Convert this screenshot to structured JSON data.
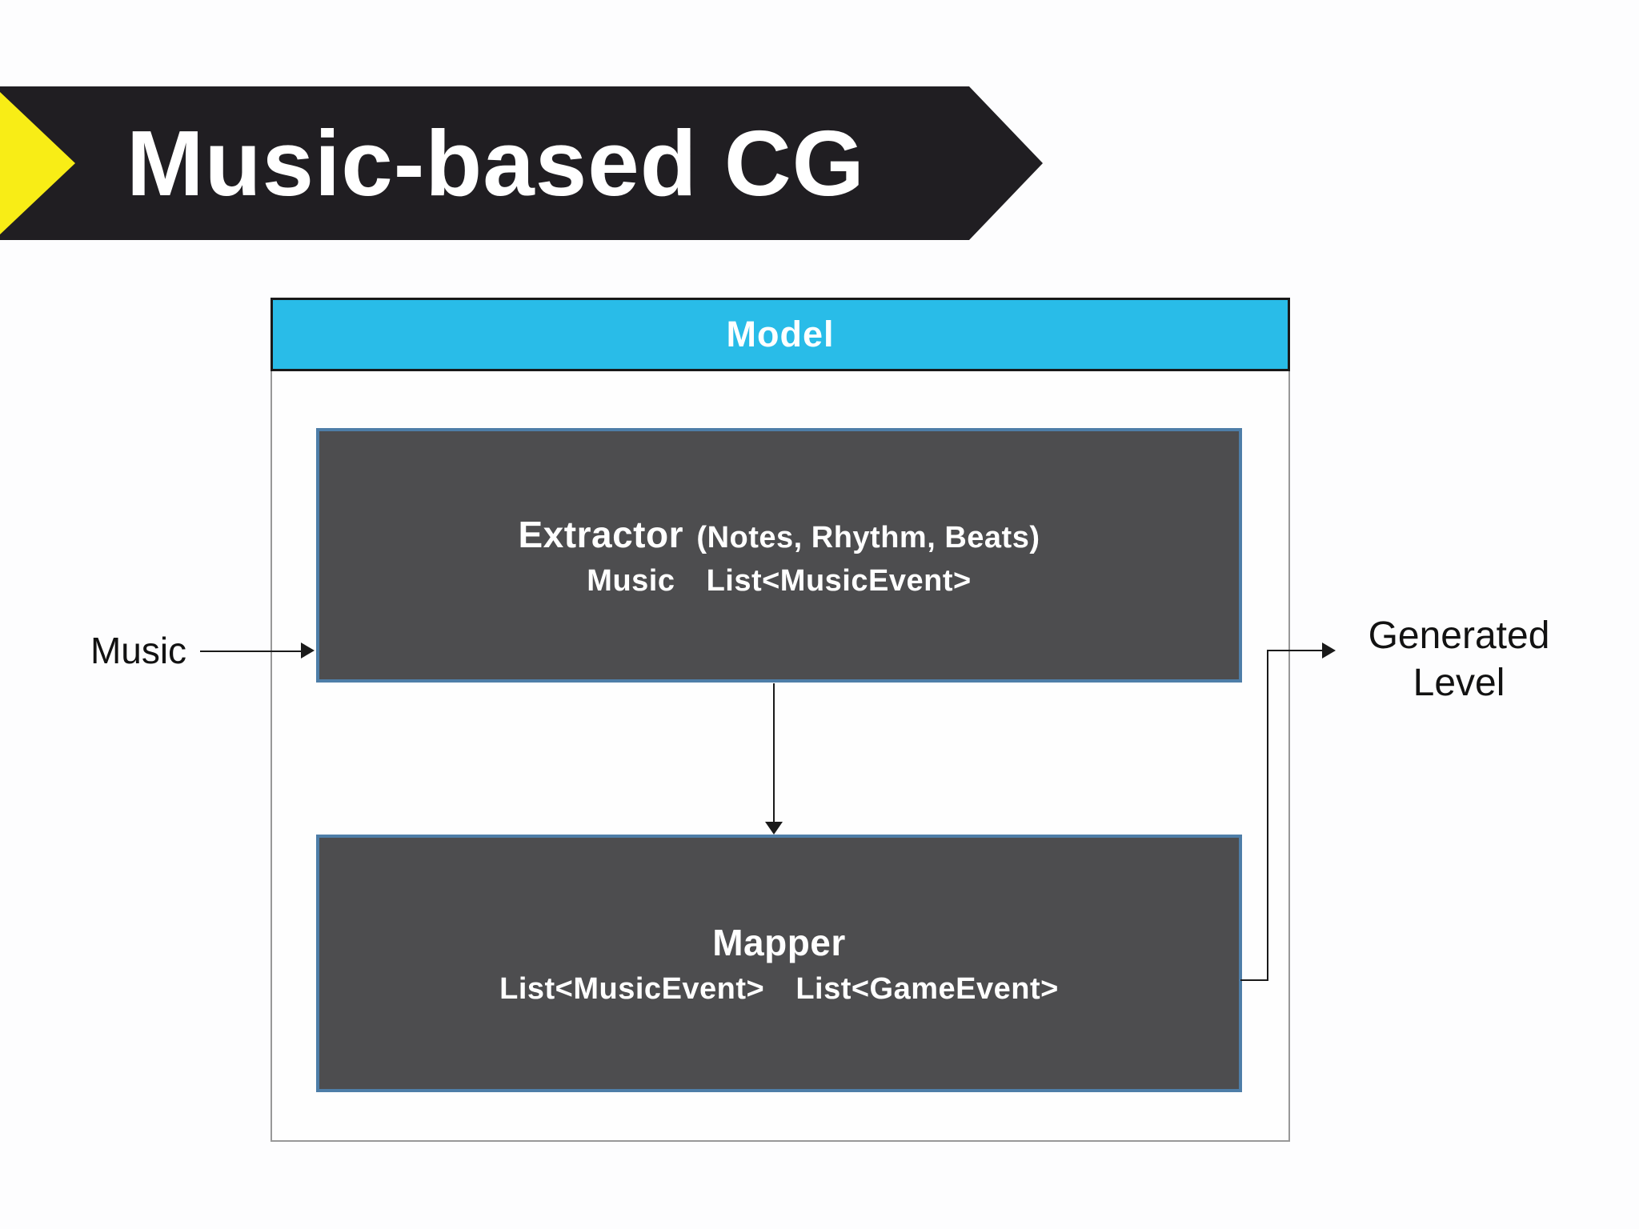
{
  "slide": {
    "title": "Music-based CG"
  },
  "model": {
    "header": "Model",
    "extractor": {
      "name": "Extractor",
      "detail": "(Notes, Rhythm, Beats)",
      "input_type": "Music",
      "output_type": "List<MusicEvent>"
    },
    "mapper": {
      "name": "Mapper",
      "input_type": "List<MusicEvent>",
      "output_type": "List<GameEvent>"
    }
  },
  "labels": {
    "input": "Music",
    "output": "Generated\nLevel"
  },
  "colors": {
    "banner_black": "#201e22",
    "chevron_yellow": "#f8ed16",
    "header_cyan": "#29bce8",
    "box_dark_gray": "#4d4d4f",
    "box_border_blue": "#4e7ea8",
    "container_border_gray": "#989898",
    "arrow_black": "#1a1a1a",
    "title_text": "#ffffff",
    "label_text": "#121212"
  }
}
